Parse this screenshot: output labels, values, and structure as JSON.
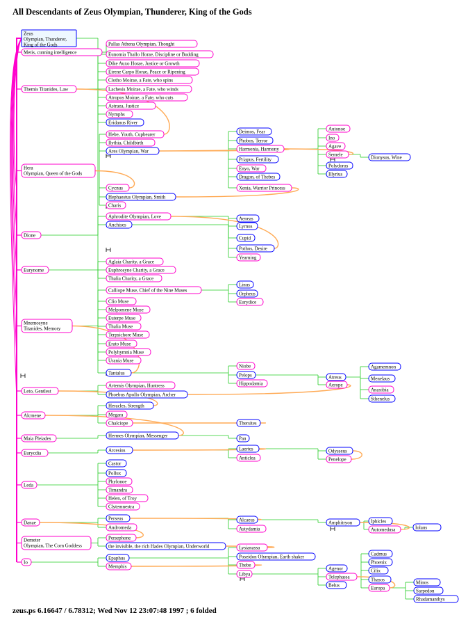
{
  "title": "All Descendants of Zeus Olympian, Thunderer, King of the Gods",
  "footer": "zeus.ps  6.16647 / 6.78312; Wed Nov 12 23:07:48 1997 ; 6 folded",
  "colors": {
    "female": "#ff00cc",
    "male": "#0000ff",
    "line": "#22cc22",
    "marriage": "#ffaa55",
    "root_fill": "#eef8ff"
  },
  "root": {
    "id": "zeus",
    "label": [
      "Zeus",
      "Olympian, Thunderer,",
      "King of the Gods"
    ],
    "sex": "m"
  },
  "consorts": [
    {
      "id": "metis",
      "label": [
        "Metis, cunning intelligence"
      ],
      "sex": "f"
    },
    {
      "id": "themis",
      "label": [
        "Themis Titanides, Law"
      ],
      "sex": "f"
    },
    {
      "id": "hera",
      "label": [
        "Hera",
        "Olympian, Queen of the Gods"
      ],
      "sex": "f"
    },
    {
      "id": "dione",
      "label": [
        "Dione"
      ],
      "sex": "f"
    },
    {
      "id": "eurynome",
      "label": [
        "Eurynome"
      ],
      "sex": "f"
    },
    {
      "id": "mnemosyne",
      "label": [
        "Mnemosyne",
        "Titanides, Memory"
      ],
      "sex": "f"
    },
    {
      "id": "leto",
      "label": [
        "Leto, Gentlest"
      ],
      "sex": "f"
    },
    {
      "id": "alcmene",
      "label": [
        "Alcmene"
      ],
      "sex": "f"
    },
    {
      "id": "maia",
      "label": [
        "Maia Pleiades"
      ],
      "sex": "f"
    },
    {
      "id": "eurydia",
      "label": [
        "Eurycdia"
      ],
      "sex": "f"
    },
    {
      "id": "leda",
      "label": [
        "Leda"
      ],
      "sex": "f"
    },
    {
      "id": "danae",
      "label": [
        "Danae"
      ],
      "sex": "f"
    },
    {
      "id": "demeter",
      "label": [
        "Demeter",
        "Olympian, The Corn Goddess"
      ],
      "sex": "f"
    },
    {
      "id": "io",
      "label": [
        "Io"
      ],
      "sex": "f"
    }
  ],
  "children": [
    {
      "id": "athena",
      "label": [
        "Pallas Athena Olympian, Thought"
      ],
      "sex": "f"
    },
    {
      "id": "eunomia",
      "label": [
        "Eunomia Thallo Horae, Discipline or Budding"
      ],
      "sex": "f"
    },
    {
      "id": "dike",
      "label": [
        "Dike Auxo Horae, Justice or Growth"
      ],
      "sex": "f"
    },
    {
      "id": "eirene",
      "label": [
        "Eirene Carpo Horae, Peace or Ripening"
      ],
      "sex": "f"
    },
    {
      "id": "clotho",
      "label": [
        "Clotho Moirae, a Fate, who spins"
      ],
      "sex": "f"
    },
    {
      "id": "lachesis",
      "label": [
        "Lachesis Moirae, a Fate, who winds"
      ],
      "sex": "f"
    },
    {
      "id": "atropos",
      "label": [
        "Atropos Moirae, a Fate, who cuts"
      ],
      "sex": "f"
    },
    {
      "id": "astraea",
      "label": [
        "Astraea, Justice"
      ],
      "sex": "f"
    },
    {
      "id": "nymphs",
      "label": [
        "Nymphs"
      ],
      "sex": "f"
    },
    {
      "id": "eridanus",
      "label": [
        "Eridanus River"
      ],
      "sex": "m"
    },
    {
      "id": "hebe",
      "label": [
        "Hebe, Youth, Cupbearer"
      ],
      "sex": "f"
    },
    {
      "id": "ilythia",
      "label": [
        "Ilythia, Childbirth"
      ],
      "sex": "f"
    },
    {
      "id": "ares",
      "label": [
        "Ares Olympian, War"
      ],
      "sex": "m"
    },
    {
      "id": "cycnus",
      "label": [
        "Cycnus"
      ],
      "sex": "f"
    },
    {
      "id": "hephaestus",
      "label": [
        "Hephaestus Olympian, Smith"
      ],
      "sex": "m"
    },
    {
      "id": "charis",
      "label": [
        "Charis"
      ],
      "sex": "f"
    },
    {
      "id": "aphrodite",
      "label": [
        "Aphrodite Olympian, Love"
      ],
      "sex": "f"
    },
    {
      "id": "anchises",
      "label": [
        "Anchises"
      ],
      "sex": "m"
    },
    {
      "id": "aglaia",
      "label": [
        "Aglaia Charity, a Grace"
      ],
      "sex": "f"
    },
    {
      "id": "euphrosyne",
      "label": [
        "Euphrosyne Charity, a Grace"
      ],
      "sex": "f"
    },
    {
      "id": "thalia",
      "label": [
        "Thalia Charity, a Grace"
      ],
      "sex": "f"
    },
    {
      "id": "calliope",
      "label": [
        "Calliope Muse, Chief of the Nine Muses"
      ],
      "sex": "f"
    },
    {
      "id": "clio",
      "label": [
        "Clio Muse"
      ],
      "sex": "f"
    },
    {
      "id": "melpomene",
      "label": [
        "Melpomene Muse"
      ],
      "sex": "f"
    },
    {
      "id": "euterpe",
      "label": [
        "Euterpe Muse"
      ],
      "sex": "f"
    },
    {
      "id": "thalia-muse",
      "label": [
        "Thalia Muse"
      ],
      "sex": "f"
    },
    {
      "id": "terpsichore",
      "label": [
        "Terpsichore Muse"
      ],
      "sex": "f"
    },
    {
      "id": "erato",
      "label": [
        "Erato Muse"
      ],
      "sex": "f"
    },
    {
      "id": "polyhymnia",
      "label": [
        "Polyhymnia Muse"
      ],
      "sex": "f"
    },
    {
      "id": "urania",
      "label": [
        "Urania Muse"
      ],
      "sex": "f"
    },
    {
      "id": "tantalus",
      "label": [
        "Tantalus"
      ],
      "sex": "m"
    },
    {
      "id": "artemis",
      "label": [
        "Artemis Olympian, Huntress"
      ],
      "sex": "f"
    },
    {
      "id": "apollo",
      "label": [
        "Phoebus Apollo Olympian, Archer"
      ],
      "sex": "m"
    },
    {
      "id": "heracles",
      "label": [
        "Heracles, Strength"
      ],
      "sex": "m"
    },
    {
      "id": "megara",
      "label": [
        "Megara"
      ],
      "sex": "f"
    },
    {
      "id": "chalciope",
      "label": [
        "Chalciope"
      ],
      "sex": "f"
    },
    {
      "id": "hermes",
      "label": [
        "Hermes Olympian, Messenger"
      ],
      "sex": "m"
    },
    {
      "id": "arcesius",
      "label": [
        "Arcesius"
      ],
      "sex": "m"
    },
    {
      "id": "castor",
      "label": [
        "Castor"
      ],
      "sex": "m"
    },
    {
      "id": "pollux",
      "label": [
        "Pollux"
      ],
      "sex": "m"
    },
    {
      "id": "phylonoe",
      "label": [
        "Phylonoe"
      ],
      "sex": "f"
    },
    {
      "id": "timandra",
      "label": [
        "Timandra"
      ],
      "sex": "f"
    },
    {
      "id": "helen",
      "label": [
        "Helen, of Troy"
      ],
      "sex": "f"
    },
    {
      "id": "clytemnestra",
      "label": [
        "Clytemnestra"
      ],
      "sex": "f"
    },
    {
      "id": "perseus",
      "label": [
        "Perseus"
      ],
      "sex": "m"
    },
    {
      "id": "andromeda",
      "label": [
        "Andromeda"
      ],
      "sex": "f"
    },
    {
      "id": "persephone",
      "label": [
        "Persephone"
      ],
      "sex": "f"
    },
    {
      "id": "hades",
      "label": [
        "the invisible, the rich Hades Olympian, Underworld"
      ],
      "sex": "m"
    },
    {
      "id": "epaphus",
      "label": [
        "Epaphus"
      ],
      "sex": "m"
    },
    {
      "id": "memphis",
      "label": [
        "Memphis"
      ],
      "sex": "f"
    }
  ],
  "grandchildren": [
    {
      "id": "deimos",
      "label": [
        "Deimos, Fear"
      ],
      "sex": "m"
    },
    {
      "id": "phobos",
      "label": [
        "Phobos, Terror"
      ],
      "sex": "m"
    },
    {
      "id": "harmonia",
      "label": [
        "Harmonia, Harmony"
      ],
      "sex": "f"
    },
    {
      "id": "priapus",
      "label": [
        "Priapus, Fertility"
      ],
      "sex": "m"
    },
    {
      "id": "enyo",
      "label": [
        "Enyo, War"
      ],
      "sex": "f"
    },
    {
      "id": "dragon",
      "label": [
        "Dragon, of Thebes"
      ],
      "sex": "m"
    },
    {
      "id": "xenia",
      "label": [
        "Xenia, Warrior Princess"
      ],
      "sex": "f"
    },
    {
      "id": "aeneas",
      "label": [
        "Aeneas"
      ],
      "sex": "m"
    },
    {
      "id": "lyrnus",
      "label": [
        "Lyrnus"
      ],
      "sex": "m"
    },
    {
      "id": "cupid",
      "label": [
        "Cupid"
      ],
      "sex": "m"
    },
    {
      "id": "pothos",
      "label": [
        "Pothos, Desire"
      ],
      "sex": "m"
    },
    {
      "id": "yearning",
      "label": [
        "Yearning"
      ],
      "sex": "f"
    },
    {
      "id": "linus",
      "label": [
        "Linus"
      ],
      "sex": "m"
    },
    {
      "id": "orpheus",
      "label": [
        "Orpheus"
      ],
      "sex": "m"
    },
    {
      "id": "eurydice",
      "label": [
        "Eurydice"
      ],
      "sex": "f"
    },
    {
      "id": "niobe",
      "label": [
        "Niobe"
      ],
      "sex": "f"
    },
    {
      "id": "pelops",
      "label": [
        "Pelops"
      ],
      "sex": "m"
    },
    {
      "id": "hippodamia",
      "label": [
        "Hippodamia"
      ],
      "sex": "f"
    },
    {
      "id": "thersites",
      "label": [
        "Thersites"
      ],
      "sex": "m"
    },
    {
      "id": "pan",
      "label": [
        "Pan"
      ],
      "sex": "m"
    },
    {
      "id": "laertes",
      "label": [
        "Laertes"
      ],
      "sex": "m"
    },
    {
      "id": "anticlea",
      "label": [
        "Anticlea"
      ],
      "sex": "f"
    },
    {
      "id": "alcaeus",
      "label": [
        "Alcaeus"
      ],
      "sex": "m"
    },
    {
      "id": "astydamia",
      "label": [
        "Astydamia"
      ],
      "sex": "f"
    },
    {
      "id": "lysianassa",
      "label": [
        "Lysianassa"
      ],
      "sex": "f"
    },
    {
      "id": "poseidon",
      "label": [
        "Poseidon Olympian, Earth shaker"
      ],
      "sex": "m"
    },
    {
      "id": "thebe",
      "label": [
        "Thebe"
      ],
      "sex": "f"
    },
    {
      "id": "libya",
      "label": [
        "Libya"
      ],
      "sex": "f"
    }
  ],
  "great_grandchildren": [
    {
      "id": "autonoe",
      "label": [
        "Autonoe"
      ],
      "sex": "f"
    },
    {
      "id": "ino",
      "label": [
        "Ino"
      ],
      "sex": "f"
    },
    {
      "id": "agave",
      "label": [
        "Agave"
      ],
      "sex": "f"
    },
    {
      "id": "semele",
      "label": [
        "Semele"
      ],
      "sex": "f"
    },
    {
      "id": "polydorus",
      "label": [
        "Polydorus"
      ],
      "sex": "m"
    },
    {
      "id": "illyrius",
      "label": [
        "Illyrius"
      ],
      "sex": "m"
    },
    {
      "id": "atreus",
      "label": [
        "Atreus"
      ],
      "sex": "m"
    },
    {
      "id": "aerope",
      "label": [
        "Aerope"
      ],
      "sex": "f"
    },
    {
      "id": "odysseus",
      "label": [
        "Odysseus"
      ],
      "sex": "m"
    },
    {
      "id": "penelope",
      "label": [
        "Penelope"
      ],
      "sex": "f"
    },
    {
      "id": "amphitryon",
      "label": [
        "Amphitryon"
      ],
      "sex": "m"
    },
    {
      "id": "agenor",
      "label": [
        "Agenor"
      ],
      "sex": "m"
    },
    {
      "id": "telephassa",
      "label": [
        "Telephassa"
      ],
      "sex": "f"
    },
    {
      "id": "belus",
      "label": [
        "Belus"
      ],
      "sex": "m"
    }
  ],
  "gen5": [
    {
      "id": "dionysus",
      "label": [
        "Dionysus, Wine"
      ],
      "sex": "m"
    },
    {
      "id": "agamemnon",
      "label": [
        "Agamemnon"
      ],
      "sex": "m"
    },
    {
      "id": "menelaus",
      "label": [
        "Menelaus"
      ],
      "sex": "m"
    },
    {
      "id": "anaxibia",
      "label": [
        "Anaxibia"
      ],
      "sex": "f"
    },
    {
      "id": "sthenelus",
      "label": [
        "Sthenelus"
      ],
      "sex": "m"
    },
    {
      "id": "iphicles",
      "label": [
        "Iphicles"
      ],
      "sex": "m"
    },
    {
      "id": "automedusa",
      "label": [
        "Automedusa"
      ],
      "sex": "f"
    },
    {
      "id": "cadmus",
      "label": [
        "Cadmus"
      ],
      "sex": "m"
    },
    {
      "id": "phoenix",
      "label": [
        "Phoenix"
      ],
      "sex": "m"
    },
    {
      "id": "cilix",
      "label": [
        "Cilix"
      ],
      "sex": "m"
    },
    {
      "id": "thasos",
      "label": [
        "Thasos"
      ],
      "sex": "m"
    },
    {
      "id": "europa",
      "label": [
        "Europa"
      ],
      "sex": "f"
    }
  ],
  "gen6": [
    {
      "id": "iolaus",
      "label": [
        "Iolaus"
      ],
      "sex": "m"
    },
    {
      "id": "minos",
      "label": [
        "Minos"
      ],
      "sex": "m"
    },
    {
      "id": "sarpedon",
      "label": [
        "Sarpedon"
      ],
      "sex": "m"
    },
    {
      "id": "rhadamanthys",
      "label": [
        "Rhadamanthys"
      ],
      "sex": "m"
    }
  ],
  "descent": [
    [
      "metis",
      [
        "athena"
      ]
    ],
    [
      "themis",
      [
        "eunomia",
        "dike",
        "eirene",
        "clotho",
        "lachesis",
        "atropos",
        "astraea",
        "nymphs",
        "eridanus"
      ]
    ],
    [
      "hera",
      [
        "hebe",
        "ilythia",
        "ares",
        "cycnus",
        "hephaestus",
        "charis"
      ]
    ],
    [
      "dione",
      [
        "aphrodite",
        "anchises"
      ]
    ],
    [
      "eurynome",
      [
        "aglaia",
        "euphrosyne",
        "thalia"
      ]
    ],
    [
      "mnemosyne",
      [
        "calliope",
        "clio",
        "melpomene",
        "euterpe",
        "thalia-muse",
        "terpsichore",
        "erato",
        "polyhymnia",
        "urania"
      ]
    ],
    [
      "zeus",
      [
        "tantalus"
      ]
    ],
    [
      "leto",
      [
        "artemis",
        "apollo"
      ]
    ],
    [
      "alcmene",
      [
        "heracles",
        "megara",
        "chalciope"
      ]
    ],
    [
      "maia",
      [
        "hermes"
      ]
    ],
    [
      "eurydia",
      [
        "arcesius"
      ]
    ],
    [
      "leda",
      [
        "castor",
        "pollux",
        "phylonoe",
        "timandra",
        "helen",
        "clytemnestra"
      ]
    ],
    [
      "danae",
      [
        "perseus",
        "andromeda"
      ]
    ],
    [
      "demeter",
      [
        "persephone",
        "hades"
      ]
    ],
    [
      "io",
      [
        "epaphus",
        "memphis"
      ]
    ],
    [
      "ares",
      [
        "deimos",
        "phobos",
        "harmonia",
        "priapus",
        "enyo",
        "dragon",
        "xenia"
      ]
    ],
    [
      "aphrodite",
      [
        "aeneas",
        "lyrnus",
        "cupid"
      ]
    ],
    [
      "anchises",
      [
        "pothos",
        "yearning"
      ]
    ],
    [
      "calliope",
      [
        "linus",
        "orpheus",
        "eurydice"
      ]
    ],
    [
      "tantalus",
      [
        "niobe",
        "pelops",
        "hippodamia"
      ]
    ],
    [
      "chalciope",
      [
        "thersites"
      ]
    ],
    [
      "hermes",
      [
        "pan"
      ]
    ],
    [
      "arcesius",
      [
        "laertes",
        "anticlea"
      ]
    ],
    [
      "perseus",
      [
        "alcaeus",
        "astydamia"
      ]
    ],
    [
      "epaphus",
      [
        "lysianassa",
        "poseidon",
        "thebe",
        "libya"
      ]
    ],
    [
      "harmonia",
      [
        "autonoe",
        "ino",
        "agave",
        "semele",
        "polydorus",
        "illyrius"
      ]
    ],
    [
      "pelops",
      [
        "atreus",
        "aerope"
      ]
    ],
    [
      "laertes",
      [
        "odysseus",
        "penelope"
      ]
    ],
    [
      "alcaeus",
      [
        "amphitryon"
      ]
    ],
    [
      "libya",
      [
        "agenor",
        "telephassa",
        "belus"
      ]
    ],
    [
      "semele",
      [
        "dionysus"
      ]
    ],
    [
      "atreus",
      [
        "agamemnon",
        "menelaus",
        "anaxibia",
        "sthenelus"
      ]
    ],
    [
      "amphitryon",
      [
        "iphicles",
        "automedusa"
      ]
    ],
    [
      "automedusa",
      [
        "iolaus"
      ]
    ],
    [
      "telephassa",
      [
        "cadmus",
        "phoenix",
        "cilix",
        "thasos",
        "europa"
      ]
    ],
    [
      "europa",
      [
        "minos",
        "sarpedon",
        "rhadamanthys"
      ]
    ]
  ],
  "marriages": [
    [
      "hera",
      "cycnus"
    ],
    [
      "themis",
      "hebe"
    ],
    [
      "mnemosyne",
      "tantalus"
    ],
    [
      "leto",
      "heracles"
    ],
    [
      "alcmene",
      "hermes"
    ],
    [
      "danae",
      "persephone"
    ],
    [
      "apollo",
      "aerope"
    ],
    [
      "ares",
      "harmonia"
    ],
    [
      "hephaestus",
      "xenia"
    ],
    [
      "aphrodite",
      "pothos"
    ],
    [
      "chalciope",
      "thersites"
    ],
    [
      "arcesius",
      "laertes"
    ],
    [
      "perseus",
      "alcaeus"
    ],
    [
      "hades",
      "lysianassa"
    ],
    [
      "memphis",
      "thebe"
    ],
    [
      "harmonia",
      "semele"
    ],
    [
      "odysseus",
      "penelope"
    ],
    [
      "amphitryon",
      "automedusa"
    ],
    [
      "telephassa",
      "europa"
    ]
  ]
}
